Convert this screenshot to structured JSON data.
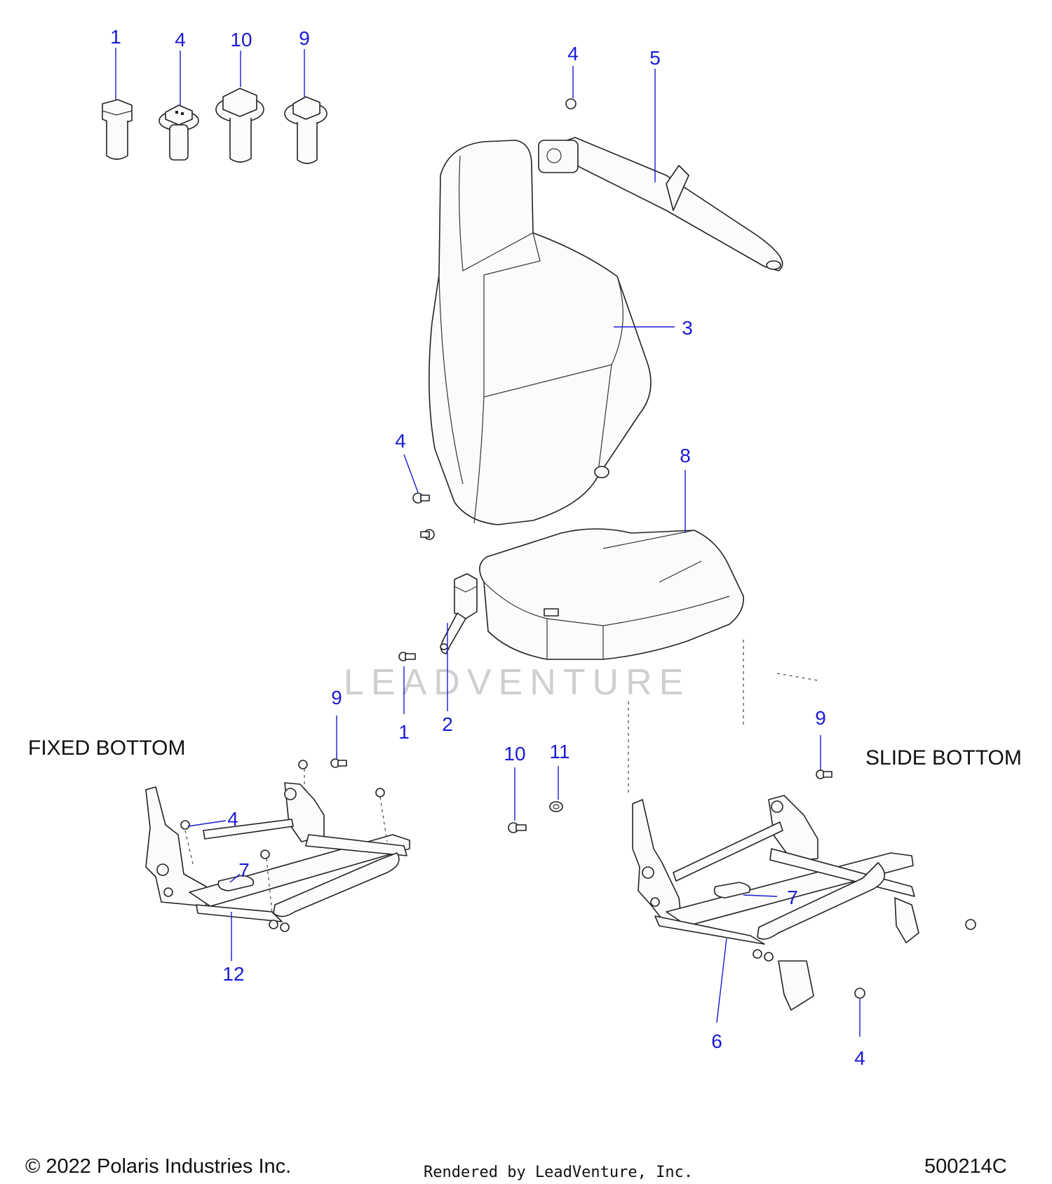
{
  "callouts": {
    "top_bolt_1": "1",
    "top_bolt_4": "4",
    "top_bolt_10": "10",
    "top_bolt_9": "9",
    "belt_screw_4": "4",
    "seat_belt_5": "5",
    "seat_back_3": "3",
    "back_screw_4": "4",
    "seat_bottom_8": "8",
    "buckle_bolt_1": "1",
    "buckle_2": "2",
    "fixed_bolt_9": "9",
    "center_bolt_10": "10",
    "washer_11": "11",
    "fixed_screw_4": "4",
    "fixed_handle_7": "7",
    "fixed_frame_12": "12",
    "slide_bolt_9": "9",
    "slide_handle_7": "7",
    "slide_frame_6": "6",
    "slide_screw_4": "4"
  },
  "headings": {
    "fixed_bottom": "FIXED BOTTOM",
    "slide_bottom": "SLIDE BOTTOM"
  },
  "watermark": "LEADVENTURE",
  "footer": {
    "copyright": "© 2022 Polaris Industries Inc.",
    "rendered_by": "Rendered by LeadVenture, Inc.",
    "diagram_number": "500214C"
  }
}
